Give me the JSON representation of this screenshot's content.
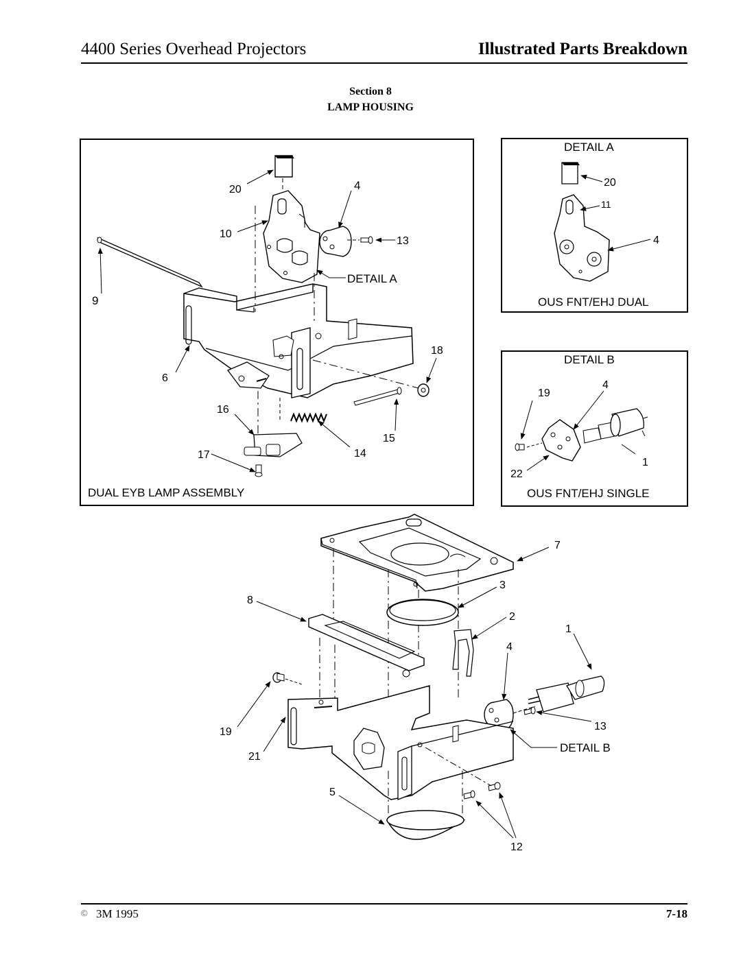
{
  "header": {
    "title": "4400 Series Overhead Projectors",
    "section_title": "Illustrated Parts Breakdown"
  },
  "section": {
    "number": "Section 8",
    "name": "LAMP HOUSING"
  },
  "figure_main": {
    "caption": "DUAL EYB LAMP ASSEMBLY",
    "detail_ref": "DETAIL A",
    "callouts": [
      "20",
      "4",
      "10",
      "13",
      "9",
      "18",
      "6",
      "16",
      "15",
      "17",
      "14"
    ]
  },
  "detail_a": {
    "title": "DETAIL A",
    "caption": "OUS FNT/EHJ DUAL",
    "callouts": [
      "20",
      "11",
      "4"
    ]
  },
  "detail_b": {
    "title": "DETAIL B",
    "caption": "OUS FNT/EHJ SINGLE",
    "callouts": [
      "19",
      "4",
      "1",
      "22"
    ]
  },
  "figure_lower": {
    "detail_ref": "DETAIL B",
    "callouts": [
      "7",
      "3",
      "8",
      "2",
      "1",
      "4",
      "19",
      "13",
      "21",
      "5",
      "12"
    ]
  },
  "footer": {
    "copyright": "3M 1995",
    "page": "7-18"
  }
}
